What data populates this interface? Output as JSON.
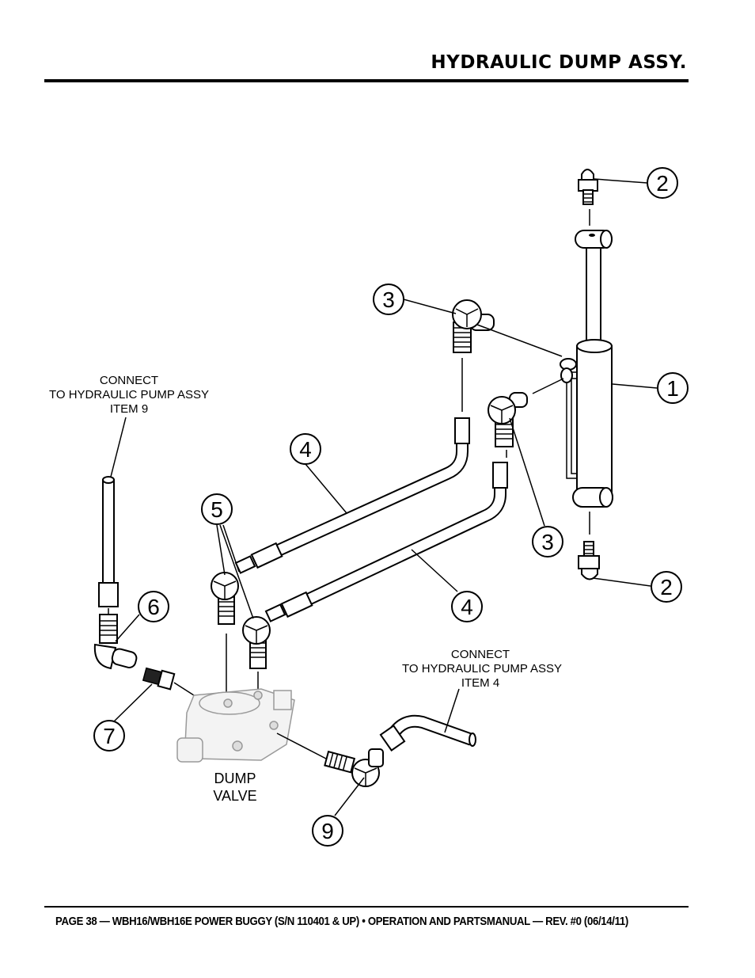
{
  "header": {
    "title": "HYDRAULIC DUMP ASSY."
  },
  "footer": {
    "text": "PAGE 38 — WBH16/WBH16E POWER BUGGY (S/N 110401 & UP) • OPERATION AND PARTSMANUAL — REV. #0 (06/14/11)"
  },
  "diagram": {
    "callouts": {
      "c1": "1",
      "c2a": "2",
      "c2b": "2",
      "c3a": "3",
      "c3b": "3",
      "c4a": "4",
      "c4b": "4",
      "c5": "5",
      "c6": "6",
      "c7": "7",
      "c9": "9"
    },
    "note_pump_item9": [
      "CONNECT",
      "TO HYDRAULIC PUMP ASSY",
      "ITEM 9"
    ],
    "note_pump_item4": [
      "CONNECT",
      "TO HYDRAULIC PUMP ASSY",
      "ITEM 4"
    ],
    "dump_valve_label": [
      "DUMP",
      "VALVE"
    ]
  }
}
